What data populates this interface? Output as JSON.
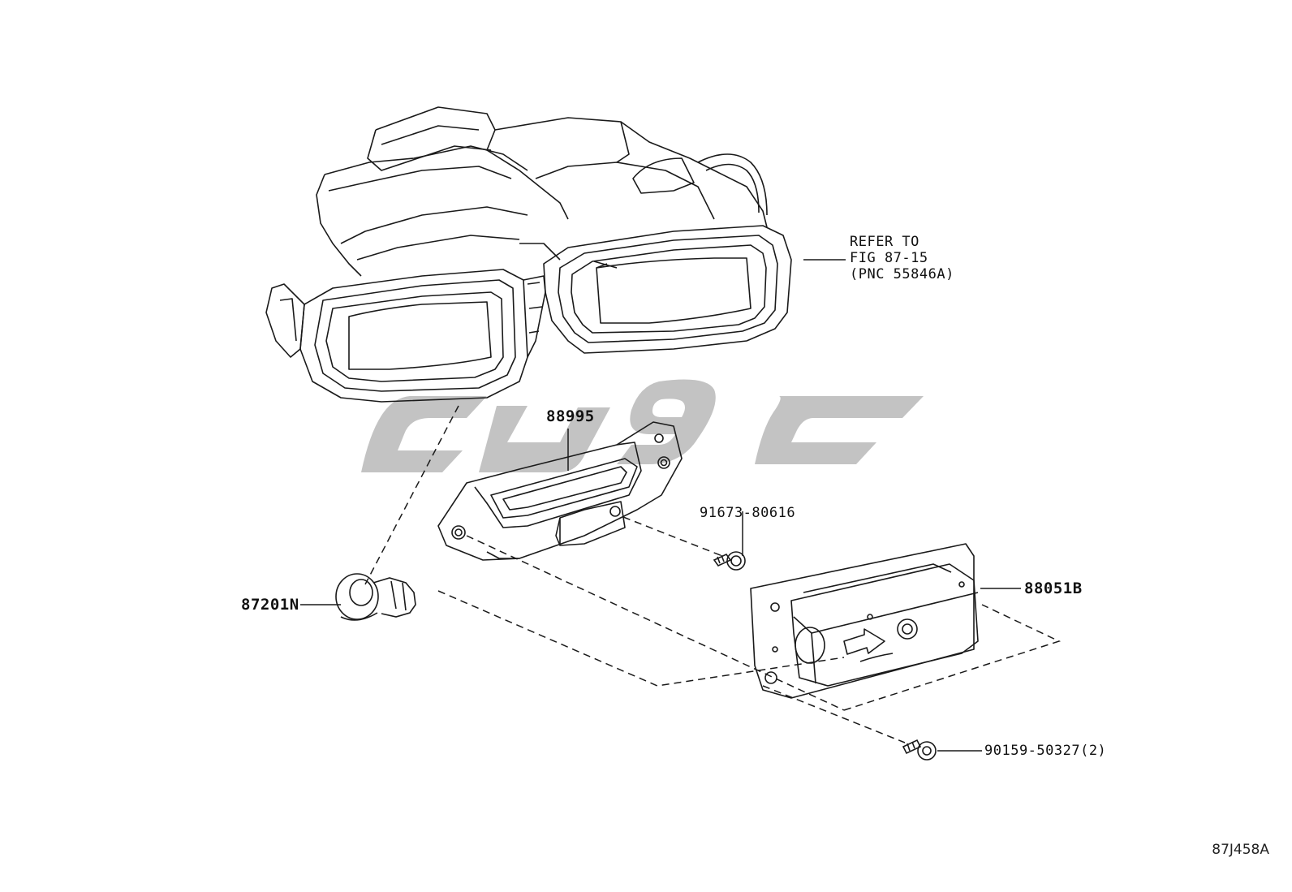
{
  "reference_note": {
    "line1": "REFER TO",
    "line2": "FIG 87-15",
    "line3": "(PNC 55846A)"
  },
  "parts": {
    "bracket": "88995",
    "screw_small": "91673-80616",
    "socket": "87201N",
    "module": "88051B",
    "bolt": "90159-50327(2)"
  },
  "figure_id": "87J458A",
  "colors": {
    "line": "#1a1a1a",
    "watermark": "#bdbdbd"
  }
}
